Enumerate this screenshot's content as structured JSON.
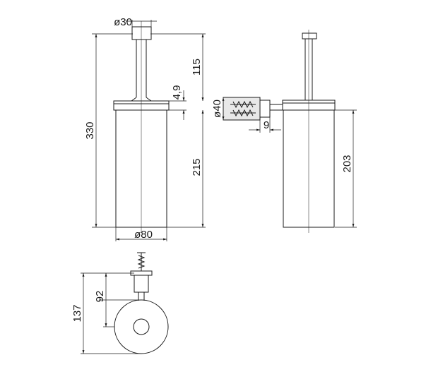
{
  "drawing": {
    "dimensions": {
      "top_diameter": "ø30",
      "upper_height": "115",
      "total_height": "330",
      "lid_thickness": "4,9",
      "lower_height": "215",
      "body_diameter": "ø80",
      "bracket_diameter": "ø40",
      "bracket_depth": "9",
      "side_height": "203",
      "plan_depth_small": "92",
      "plan_depth_large": "137"
    },
    "colors": {
      "line": "#1a1a1a",
      "background": "#ffffff"
    }
  }
}
